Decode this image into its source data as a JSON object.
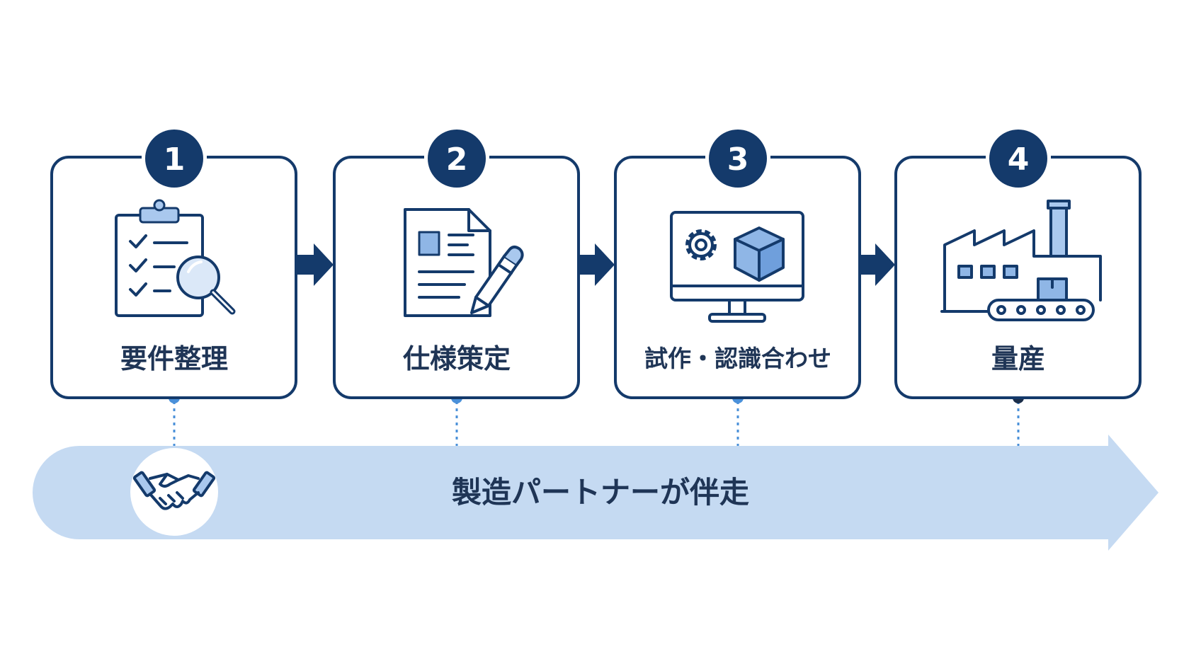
{
  "steps": [
    {
      "number": "1",
      "title": "要件整理",
      "icon": "clipboard-magnifier-icon"
    },
    {
      "number": "2",
      "title": "仕様策定",
      "icon": "document-pencil-icon"
    },
    {
      "number": "3",
      "title": "試作・認識合わせ",
      "icon": "monitor-gear-cube-icon"
    },
    {
      "number": "4",
      "title": "量産",
      "icon": "factory-conveyor-icon"
    }
  ],
  "partner_band": {
    "label": "製造パートナーが伴走",
    "icon": "handshake-icon"
  },
  "colors": {
    "navy": "#143a6b",
    "text": "#1f3556",
    "accent": "#4a90d9",
    "accent_light": "#a9c8ee",
    "band": "#c5daf2"
  }
}
